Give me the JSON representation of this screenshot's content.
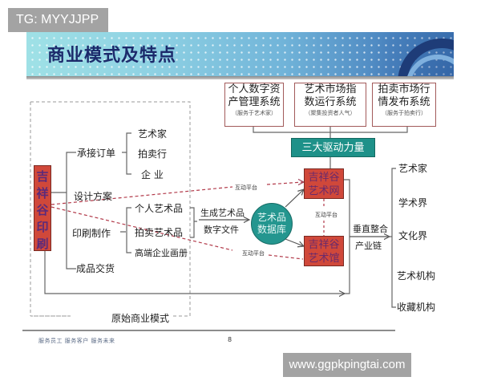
{
  "watermarks": {
    "top": "TG: MYYJJPP",
    "bottom": "www.ggpkpingtai.com"
  },
  "slide": {
    "title": "商业模式及特点",
    "footer": {
      "text": "服务员工   服务客户   服务未来",
      "page": "8"
    },
    "colors": {
      "banner": "#8ed1e3",
      "title": "#1c2a6b",
      "red_box": "#d0483a",
      "teal": "#1e9189",
      "dashed_red": "#b23a4a"
    }
  },
  "systems": [
    {
      "line1": "个人数字资",
      "line2": "产管理系统",
      "note": "（服务于艺术家）"
    },
    {
      "line1": "艺术市场指",
      "line2": "数运行系统",
      "note": "（聚集投资者人气）"
    },
    {
      "line1": "拍卖市场行",
      "line2": "情发布系统",
      "note": "（服务于拍卖行）"
    }
  ],
  "driver": "三大驱动力量",
  "company": {
    "label": "吉祥谷印刷",
    "chars": [
      "吉",
      "祥",
      "谷",
      "印",
      "刷"
    ]
  },
  "original_model": {
    "label": "原始商业模式",
    "steps": [
      "承接订单",
      "设计方案",
      "印刷制作",
      "成品交货"
    ],
    "order_clients": [
      "艺术家",
      "拍卖行",
      "企 业"
    ],
    "print_items": [
      "个人艺术品",
      "拍卖艺术品",
      "高端企业画册"
    ]
  },
  "digital": {
    "line1": "生成艺术品",
    "line2": "数字文件"
  },
  "database": {
    "line1": "艺术品",
    "line2": "数据库"
  },
  "platforms": {
    "web": {
      "line1": "吉祥谷",
      "line2": "艺术网"
    },
    "gallery": {
      "line1": "吉祥谷",
      "line2": "艺术馆"
    },
    "interactive_label": "互动平台"
  },
  "integration": {
    "line1": "垂直整合",
    "line2": "产业链"
  },
  "audiences": [
    "艺术家",
    "学术界",
    "文化界",
    "艺术机构",
    "收藏机构"
  ]
}
